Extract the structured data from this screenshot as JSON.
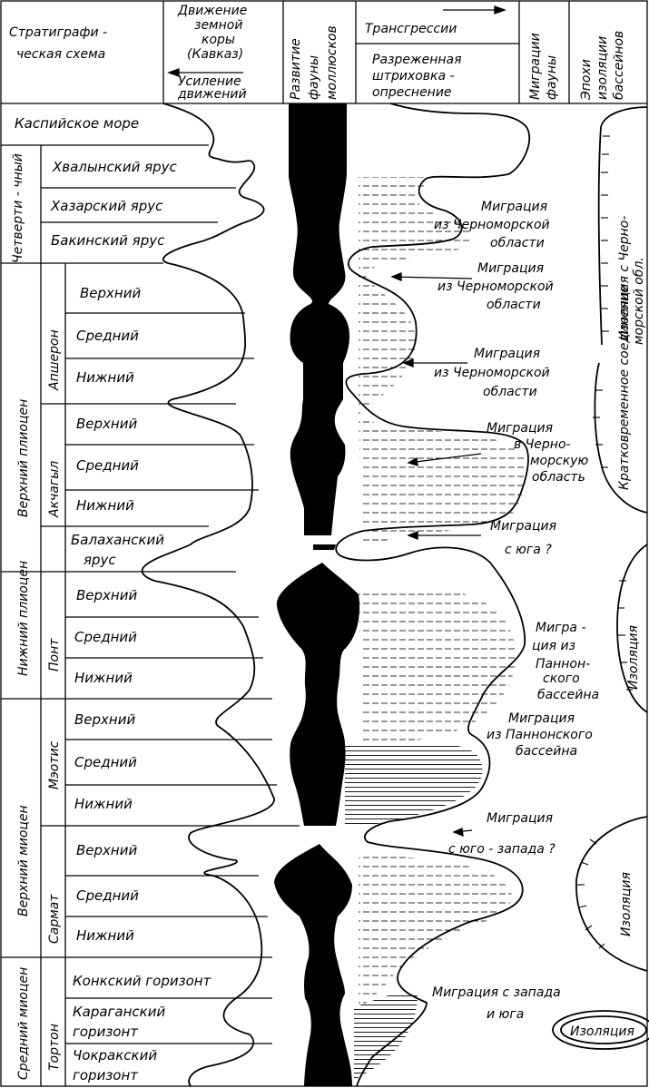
{
  "header": {
    "strat_line1": "Стратиграфи -",
    "strat_line2": "ческая схема",
    "crust_line1": "Движение",
    "crust_line2": "земной",
    "crust_line3": "коры",
    "crust_line4": "(Кавказ)",
    "crust_line5": "Усиление",
    "crust_line6": "движений",
    "fauna_line1": "Развитие",
    "fauna_line2": "фауны",
    "fauna_line3": "моллюсков",
    "transgressions": "Трансгрессии",
    "hatch_line1": "Разреженная",
    "hatch_line2": "штриховка -",
    "hatch_line3": "опреснение",
    "migrations_line1": "Миграции",
    "migrations_line2": "фауны",
    "isolation_line1": "Эпохи",
    "isolation_line2": "изоляции",
    "isolation_line3": "бассейнов"
  },
  "periods": {
    "quaternary": "Четверти - чный",
    "upper_pliocene": "Верхний плиоцен",
    "lower_pliocene": "Нижний плиоцен",
    "upper_miocene": "Верхний миоцен",
    "middle_miocene": "Средний миоцен"
  },
  "stages": {
    "apsheron": "Апшерон",
    "akchagyl": "Акчагыл",
    "pont": "Понт",
    "meotis": "Мэотис",
    "sarmat": "Сармат",
    "torton": "Тортон"
  },
  "layers": {
    "caspian": "Каспийское море",
    "khvalyn": "Хвалынский ярус",
    "khazar": "Хазарский ярус",
    "baku": "Бакинский ярус",
    "apsh_upper": "Верхний",
    "apsh_middle": "Средний",
    "apsh_lower": "Нижний",
    "akch_upper": "Верхний",
    "akch_middle": "Средний",
    "akch_lower": "Нижний",
    "balakhan1": "Балаханский",
    "balakhan2": "ярус",
    "pont_upper": "Верхний",
    "pont_middle": "Средний",
    "pont_lower": "Нижний",
    "meot_upper": "Верхний",
    "meot_middle": "Средний",
    "meot_lower": "Нижний",
    "sarm_upper": "Верхний",
    "sarm_middle": "Средний",
    "sarm_lower": "Нижний",
    "konk": "Конкский горизонт",
    "karagan1": "Караганский",
    "karagan2": "горизонт",
    "chokrak1": "Чокракский",
    "chokrak2": "горизонт"
  },
  "migrations": {
    "m1_l1": "Миграция",
    "m1_l2": "из Черноморской",
    "m1_l3": "области",
    "m2_l1": "Миграция",
    "m2_l2": "из Черноморской",
    "m2_l3": "области",
    "m3_l1": "Миграция",
    "m3_l2": "из Черноморской",
    "m3_l3": "области",
    "m4_l1": "Миграция",
    "m4_l2": "в Черно-",
    "m4_l3": "морскую",
    "m4_l4": "область",
    "m5_l1": "Миграция",
    "m5_l2": "с юга ?",
    "m6_l1": "Мигра -",
    "m6_l2": "ция из",
    "m6_l3": "Паннон-",
    "m6_l4": "ского",
    "m6_l5": "бассейна",
    "m7_l1": "Миграция",
    "m7_l2": "из Паннонского",
    "m7_l3": "бассейна",
    "m8_l1": "Миграция",
    "m8_l2": "с юго - запада ?",
    "m9_l1": "Миграция с запада",
    "m9_l2": "и юга"
  },
  "isolation": {
    "iso1_l1": "Изоляция с Черно-",
    "iso1_l2": "морской обл.",
    "iso2_l1": "Кратковременное соединение",
    "iso3": "Изоляция",
    "iso4": "Изоляция",
    "iso5": "Изоляция"
  }
}
